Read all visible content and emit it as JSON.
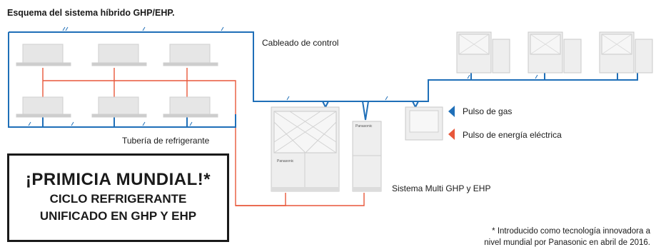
{
  "title": "Esquema del sistema híbrido GHP/EHP.",
  "labels": {
    "control_wiring": "Cableado de control",
    "refrigerant_piping": "Tubería de refrigerante",
    "multi_system": "Sistema Multi GHP y EHP",
    "brand": "Panasonic"
  },
  "legend": [
    {
      "label": "Pulso de gas",
      "color": "#1f6fb8"
    },
    {
      "label": "Pulso de energía eléctrica",
      "color": "#e8573a"
    }
  ],
  "promo": {
    "line1": "¡PRIMICIA MUNDIAL!*",
    "line2": "CICLO REFRIGERANTE",
    "line3": "UNIFICADO EN GHP Y EHP"
  },
  "footnote": {
    "line1": "* Introducido como tecnología innovadora a",
    "line2": "nivel mundial por Panasonic en abril de 2016."
  },
  "colors": {
    "control_line": "#1f6fb8",
    "refrigerant_line": "#e8573a",
    "unit_gray": "#e9e9e9",
    "unit_border": "#bdbdbd"
  }
}
